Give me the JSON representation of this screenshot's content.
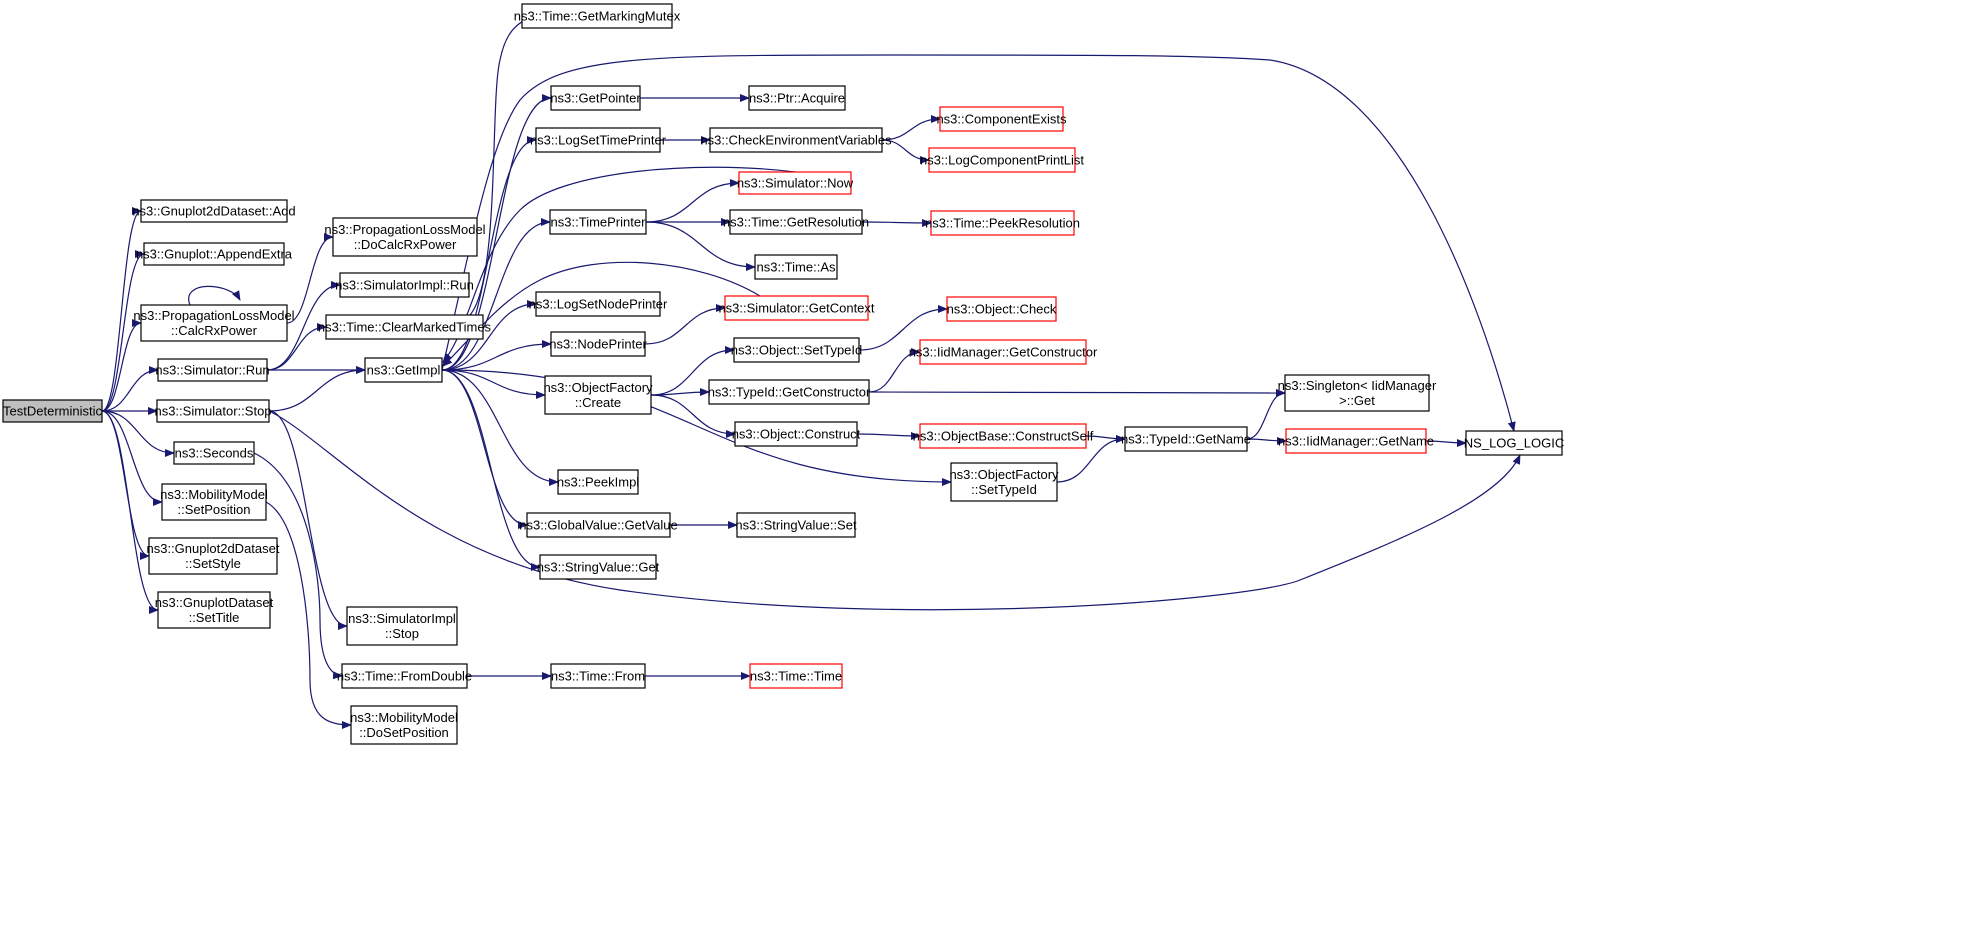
{
  "graph": {
    "edge_color": "#191970",
    "nodes": [
      {
        "id": "root",
        "lines": [
          "TestDeterministic"
        ],
        "fill": "#bfbfbf",
        "border": "#000000"
      },
      {
        "id": "gp2d_add",
        "lines": [
          "ns3::Gnuplot2dDataset::Add"
        ],
        "fill": "#ffffff",
        "border": "#000000"
      },
      {
        "id": "gp_append",
        "lines": [
          "ns3::Gnuplot::AppendExtra"
        ],
        "fill": "#ffffff",
        "border": "#000000"
      },
      {
        "id": "plm_calc",
        "lines": [
          "ns3::PropagationLossModel",
          "::CalcRxPower"
        ],
        "fill": "#ffffff",
        "border": "#000000"
      },
      {
        "id": "sim_run",
        "lines": [
          "ns3::Simulator::Run"
        ],
        "fill": "#ffffff",
        "border": "#000000"
      },
      {
        "id": "sim_stop",
        "lines": [
          "ns3::Simulator::Stop"
        ],
        "fill": "#ffffff",
        "border": "#000000"
      },
      {
        "id": "seconds",
        "lines": [
          "ns3::Seconds"
        ],
        "fill": "#ffffff",
        "border": "#000000"
      },
      {
        "id": "mm_setpos",
        "lines": [
          "ns3::MobilityModel",
          "::SetPosition"
        ],
        "fill": "#ffffff",
        "border": "#000000"
      },
      {
        "id": "gp2d_style",
        "lines": [
          "ns3::Gnuplot2dDataset",
          "::SetStyle"
        ],
        "fill": "#ffffff",
        "border": "#000000"
      },
      {
        "id": "gpds_title",
        "lines": [
          "ns3::GnuplotDataset",
          "::SetTitle"
        ],
        "fill": "#ffffff",
        "border": "#000000"
      },
      {
        "id": "plm_docalc",
        "lines": [
          "ns3::PropagationLossModel",
          "::DoCalcRxPower"
        ],
        "fill": "#ffffff",
        "border": "#000000"
      },
      {
        "id": "simimpl_run",
        "lines": [
          "ns3::SimulatorImpl::Run"
        ],
        "fill": "#ffffff",
        "border": "#000000"
      },
      {
        "id": "time_clear",
        "lines": [
          "ns3::Time::ClearMarkedTimes"
        ],
        "fill": "#ffffff",
        "border": "#000000"
      },
      {
        "id": "getimpl",
        "lines": [
          "ns3::GetImpl"
        ],
        "fill": "#ffffff",
        "border": "#000000"
      },
      {
        "id": "simimpl_stop",
        "lines": [
          "ns3::SimulatorImpl",
          "::Stop"
        ],
        "fill": "#ffffff",
        "border": "#000000"
      },
      {
        "id": "time_fromdouble",
        "lines": [
          "ns3::Time::FromDouble"
        ],
        "fill": "#ffffff",
        "border": "#000000"
      },
      {
        "id": "mm_dosetpos",
        "lines": [
          "ns3::MobilityModel",
          "::DoSetPosition"
        ],
        "fill": "#ffffff",
        "border": "#000000"
      },
      {
        "id": "time_getmarking",
        "lines": [
          "ns3::Time::GetMarkingMutex"
        ],
        "fill": "#ffffff",
        "border": "#000000"
      },
      {
        "id": "getpointer",
        "lines": [
          "ns3::GetPointer"
        ],
        "fill": "#ffffff",
        "border": "#000000"
      },
      {
        "id": "logsettime",
        "lines": [
          "ns3::LogSetTimePrinter"
        ],
        "fill": "#ffffff",
        "border": "#000000"
      },
      {
        "id": "timeprinter",
        "lines": [
          "ns3::TimePrinter"
        ],
        "fill": "#ffffff",
        "border": "#000000"
      },
      {
        "id": "logsetnode",
        "lines": [
          "ns3::LogSetNodePrinter"
        ],
        "fill": "#ffffff",
        "border": "#000000"
      },
      {
        "id": "nodeprinter",
        "lines": [
          "ns3::NodePrinter"
        ],
        "fill": "#ffffff",
        "border": "#000000"
      },
      {
        "id": "objfactory_create",
        "lines": [
          "ns3::ObjectFactory",
          "::Create"
        ],
        "fill": "#ffffff",
        "border": "#000000"
      },
      {
        "id": "peekimpl",
        "lines": [
          "ns3::PeekImpl"
        ],
        "fill": "#ffffff",
        "border": "#000000"
      },
      {
        "id": "globalvalue_get",
        "lines": [
          "ns3::GlobalValue::GetValue"
        ],
        "fill": "#ffffff",
        "border": "#000000"
      },
      {
        "id": "stringvalue_get",
        "lines": [
          "ns3::StringValue::Get"
        ],
        "fill": "#ffffff",
        "border": "#000000"
      },
      {
        "id": "time_from",
        "lines": [
          "ns3::Time::From"
        ],
        "fill": "#ffffff",
        "border": "#000000"
      },
      {
        "id": "ptr_acquire",
        "lines": [
          "ns3::Ptr::Acquire"
        ],
        "fill": "#ffffff",
        "border": "#000000"
      },
      {
        "id": "checkenv",
        "lines": [
          "ns3::CheckEnvironmentVariables"
        ],
        "fill": "#ffffff",
        "border": "#000000"
      },
      {
        "id": "sim_now",
        "lines": [
          "ns3::Simulator::Now"
        ],
        "fill": "#ffffff",
        "border": "#ff0000"
      },
      {
        "id": "time_getres",
        "lines": [
          "ns3::Time::GetResolution"
        ],
        "fill": "#ffffff",
        "border": "#000000"
      },
      {
        "id": "time_as",
        "lines": [
          "ns3::Time::As"
        ],
        "fill": "#ffffff",
        "border": "#000000"
      },
      {
        "id": "sim_getcontext",
        "lines": [
          "ns3::Simulator::GetContext"
        ],
        "fill": "#ffffff",
        "border": "#ff0000"
      },
      {
        "id": "obj_settypeid",
        "lines": [
          "ns3::Object::SetTypeId"
        ],
        "fill": "#ffffff",
        "border": "#000000"
      },
      {
        "id": "typeid_getctor",
        "lines": [
          "ns3::TypeId::GetConstructor"
        ],
        "fill": "#ffffff",
        "border": "#000000"
      },
      {
        "id": "obj_construct",
        "lines": [
          "ns3::Object::Construct"
        ],
        "fill": "#ffffff",
        "border": "#000000"
      },
      {
        "id": "objfactory_settypeid",
        "lines": [
          "ns3::ObjectFactory",
          "::SetTypeId"
        ],
        "fill": "#ffffff",
        "border": "#000000"
      },
      {
        "id": "stringvalue_set",
        "lines": [
          "ns3::StringValue::Set"
        ],
        "fill": "#ffffff",
        "border": "#000000"
      },
      {
        "id": "time_time",
        "lines": [
          "ns3::Time::Time"
        ],
        "fill": "#ffffff",
        "border": "#ff0000"
      },
      {
        "id": "compexists",
        "lines": [
          "ns3::ComponentExists"
        ],
        "fill": "#ffffff",
        "border": "#ff0000"
      },
      {
        "id": "logcompprint",
        "lines": [
          "ns3::LogComponentPrintList"
        ],
        "fill": "#ffffff",
        "border": "#ff0000"
      },
      {
        "id": "time_peekres",
        "lines": [
          "ns3::Time::PeekResolution"
        ],
        "fill": "#ffffff",
        "border": "#ff0000"
      },
      {
        "id": "obj_check",
        "lines": [
          "ns3::Object::Check"
        ],
        "fill": "#ffffff",
        "border": "#ff0000"
      },
      {
        "id": "iidmgr_getctor",
        "lines": [
          "ns3::IidManager::GetConstructor"
        ],
        "fill": "#ffffff",
        "border": "#ff0000"
      },
      {
        "id": "objbase_construct",
        "lines": [
          "ns3::ObjectBase::ConstructSelf"
        ],
        "fill": "#ffffff",
        "border": "#ff0000"
      },
      {
        "id": "typeid_getname",
        "lines": [
          "ns3::TypeId::GetName"
        ],
        "fill": "#ffffff",
        "border": "#000000"
      },
      {
        "id": "singleton_get",
        "lines": [
          "ns3::Singleton< IidManager",
          " >::Get"
        ],
        "fill": "#ffffff",
        "border": "#000000"
      },
      {
        "id": "iidmgr_getname",
        "lines": [
          "ns3::IidManager::GetName"
        ],
        "fill": "#ffffff",
        "border": "#ff0000"
      },
      {
        "id": "ns_log_logic",
        "lines": [
          "NS_LOG_LOGIC"
        ],
        "fill": "#ffffff",
        "border": "#000000"
      }
    ],
    "edges": [
      [
        "root",
        "gp2d_add"
      ],
      [
        "root",
        "gp_append"
      ],
      [
        "root",
        "plm_calc"
      ],
      [
        "root",
        "sim_run"
      ],
      [
        "root",
        "sim_stop"
      ],
      [
        "root",
        "seconds"
      ],
      [
        "root",
        "mm_setpos"
      ],
      [
        "root",
        "gp2d_style"
      ],
      [
        "root",
        "gpds_title"
      ],
      [
        "plm_calc",
        "plm_docalc"
      ],
      [
        "plm_calc",
        "plm_calc"
      ],
      [
        "sim_run",
        "simimpl_run"
      ],
      [
        "sim_run",
        "time_clear"
      ],
      [
        "sim_run",
        "getimpl"
      ],
      [
        "sim_stop",
        "getimpl"
      ],
      [
        "sim_stop",
        "simimpl_stop"
      ],
      [
        "sim_stop",
        "ns_log_logic"
      ],
      [
        "seconds",
        "time_fromdouble"
      ],
      [
        "mm_setpos",
        "mm_dosetpos"
      ],
      [
        "time_clear",
        "time_getmarking"
      ],
      [
        "getimpl",
        "getpointer"
      ],
      [
        "getimpl",
        "logsettime"
      ],
      [
        "getimpl",
        "timeprinter"
      ],
      [
        "getimpl",
        "logsetnode"
      ],
      [
        "getimpl",
        "nodeprinter"
      ],
      [
        "getimpl",
        "objfactory_create"
      ],
      [
        "getimpl",
        "peekimpl"
      ],
      [
        "getimpl",
        "globalvalue_get"
      ],
      [
        "getimpl",
        "stringvalue_get"
      ],
      [
        "getimpl",
        "objfactory_settypeid"
      ],
      [
        "getimpl",
        "ns_log_logic"
      ],
      [
        "getpointer",
        "ptr_acquire"
      ],
      [
        "logsettime",
        "checkenv"
      ],
      [
        "checkenv",
        "compexists"
      ],
      [
        "checkenv",
        "logcompprint"
      ],
      [
        "timeprinter",
        "sim_now"
      ],
      [
        "timeprinter",
        "time_getres"
      ],
      [
        "timeprinter",
        "time_as"
      ],
      [
        "time_getres",
        "time_peekres"
      ],
      [
        "sim_now",
        "getimpl"
      ],
      [
        "sim_getcontext",
        "getimpl"
      ],
      [
        "nodeprinter",
        "sim_getcontext"
      ],
      [
        "objfactory_create",
        "obj_settypeid"
      ],
      [
        "objfactory_create",
        "typeid_getctor"
      ],
      [
        "objfactory_create",
        "obj_construct"
      ],
      [
        "obj_settypeid",
        "obj_check"
      ],
      [
        "typeid_getctor",
        "iidmgr_getctor"
      ],
      [
        "typeid_getctor",
        "singleton_get"
      ],
      [
        "obj_construct",
        "objbase_construct"
      ],
      [
        "objbase_construct",
        "typeid_getname"
      ],
      [
        "objfactory_settypeid",
        "typeid_getname"
      ],
      [
        "typeid_getname",
        "singleton_get"
      ],
      [
        "typeid_getname",
        "iidmgr_getname"
      ],
      [
        "iidmgr_getname",
        "ns_log_logic"
      ],
      [
        "globalvalue_get",
        "stringvalue_set"
      ],
      [
        "time_fromdouble",
        "time_from"
      ],
      [
        "time_from",
        "time_time"
      ]
    ]
  }
}
